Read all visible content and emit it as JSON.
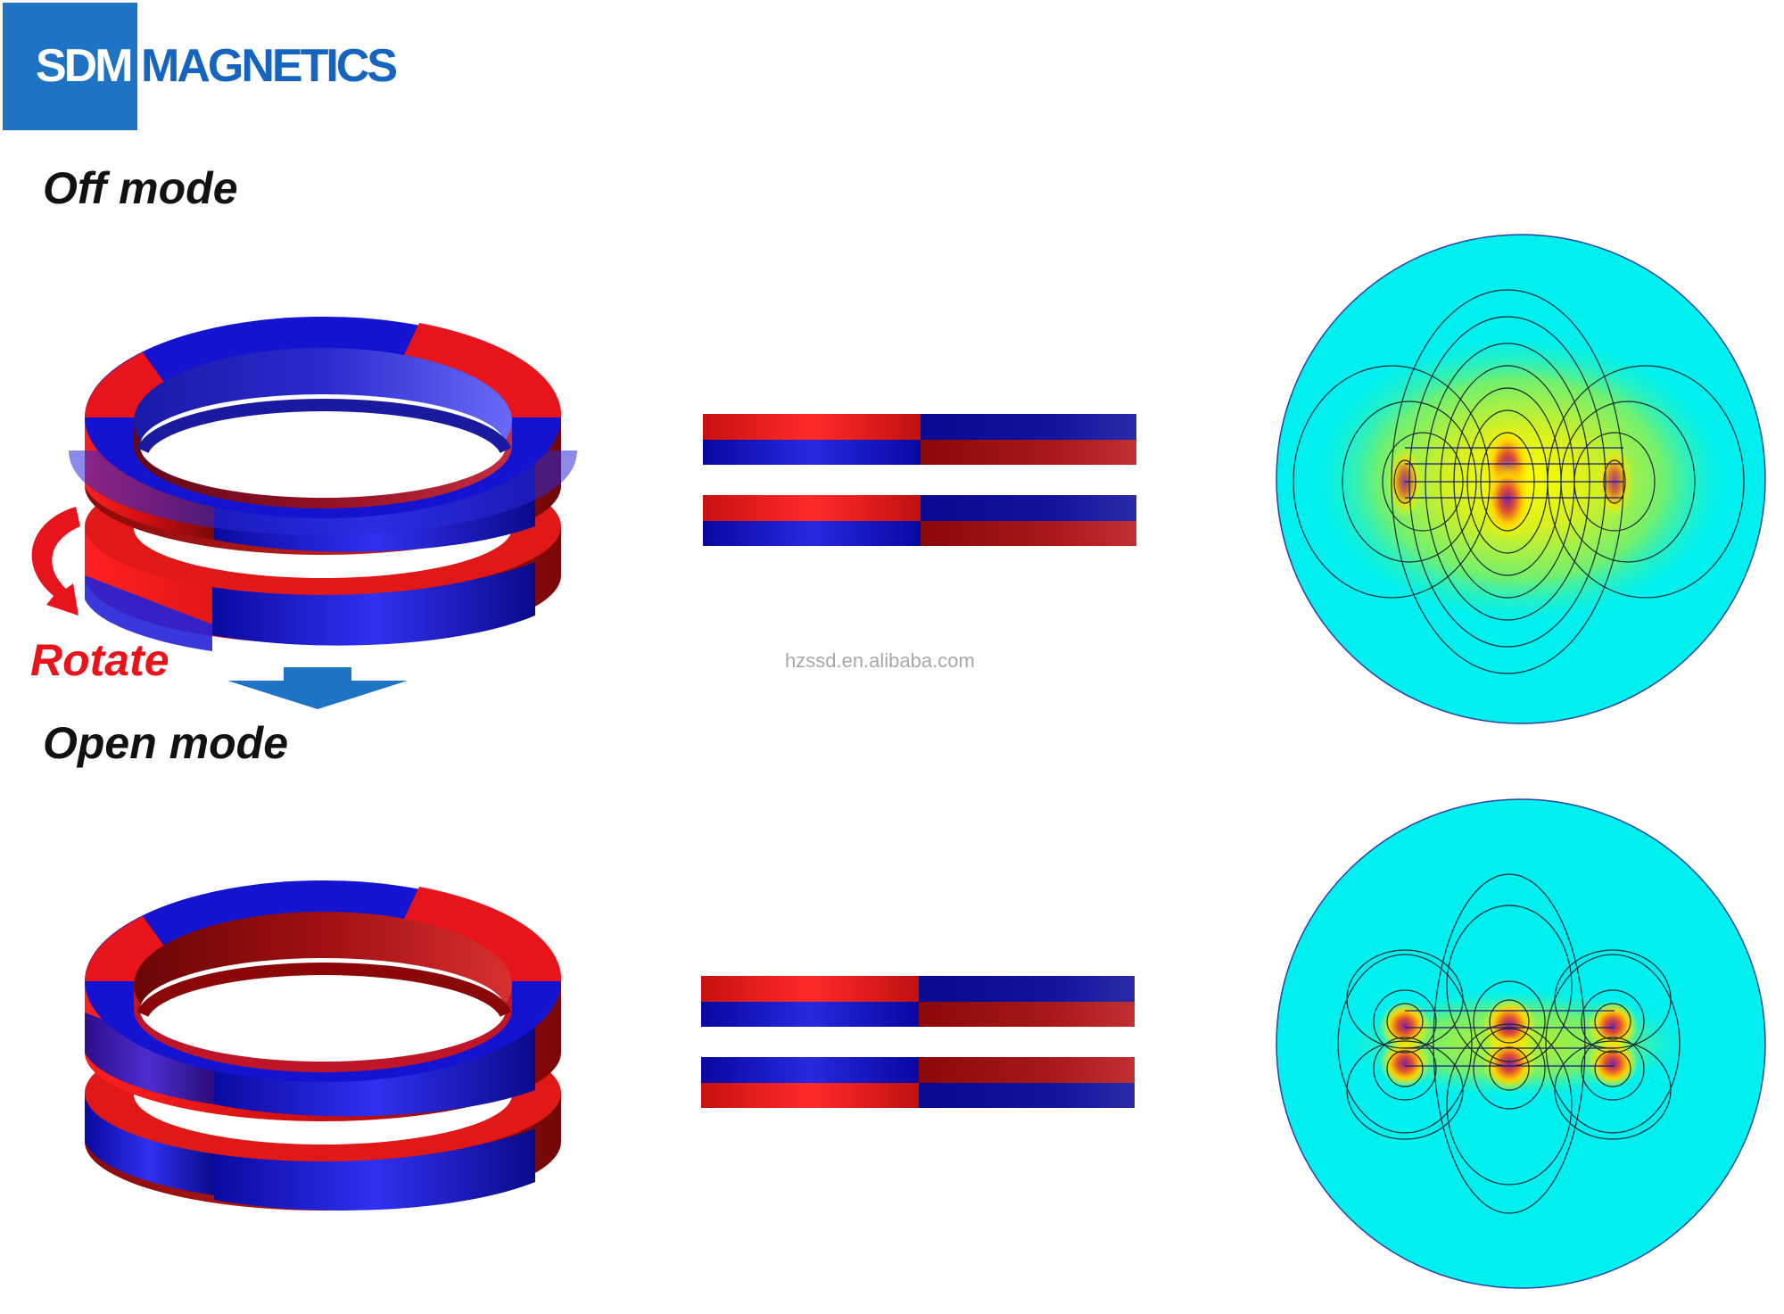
{
  "brand": {
    "part1": "SDM",
    "part2": "MAGNETICS",
    "box_color": "#1f73c4",
    "text_color": "#1565c0"
  },
  "sections": {
    "off_mode": {
      "title": "Off mode"
    },
    "open_mode": {
      "title": "Open mode"
    }
  },
  "action": {
    "label": "Rotate",
    "color": "#e8141c",
    "icons": [
      "curved-rotate-arrow-icon",
      "down-arrow-icon"
    ]
  },
  "watermark": "hzssd.en.alibaba.com",
  "colors": {
    "north_red": "#e8141c",
    "south_blue": "#1010c8",
    "field_background": "#00f0f0",
    "field_core": "#ffff00",
    "field_peak": "#8020a0"
  }
}
